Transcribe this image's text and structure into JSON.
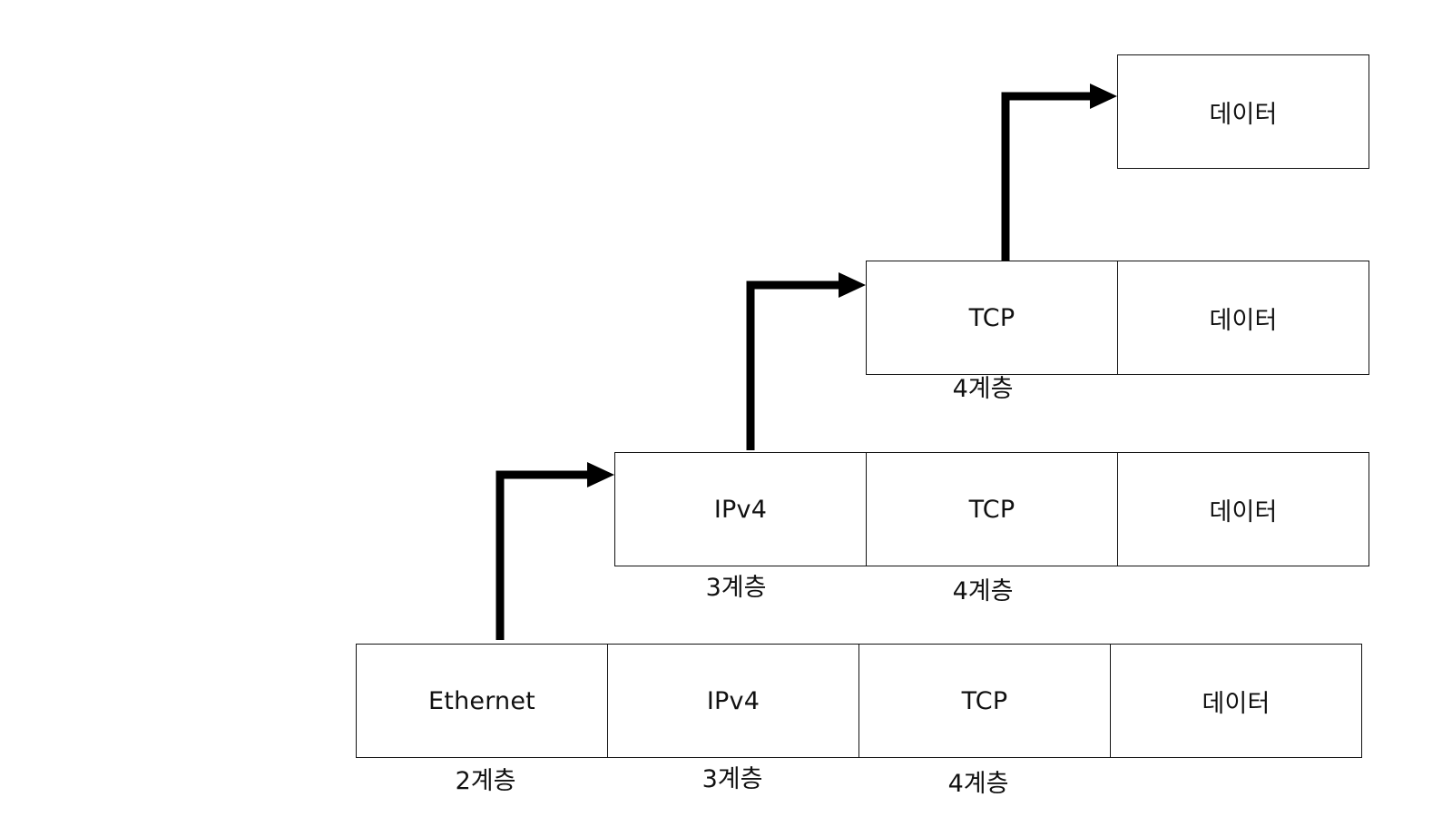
{
  "rows": [
    {
      "cells": [
        {
          "label": "데이터",
          "kind": "data"
        }
      ],
      "layer_labels": []
    },
    {
      "cells": [
        {
          "label": "TCP",
          "kind": "tcp"
        },
        {
          "label": "데이터",
          "kind": "data"
        }
      ],
      "layer_labels": [
        "4계층"
      ]
    },
    {
      "cells": [
        {
          "label": "IPv4",
          "kind": "ipv4"
        },
        {
          "label": "TCP",
          "kind": "tcp"
        },
        {
          "label": "데이터",
          "kind": "data"
        }
      ],
      "layer_labels": [
        "3계층",
        "4계층"
      ]
    },
    {
      "cells": [
        {
          "label": "Ethernet",
          "kind": "ethernet"
        },
        {
          "label": "IPv4",
          "kind": "ipv4"
        },
        {
          "label": "TCP",
          "kind": "tcp"
        },
        {
          "label": "데이터",
          "kind": "data"
        }
      ],
      "layer_labels": [
        "2계층",
        "3계층",
        "4계층"
      ]
    }
  ],
  "arrows": [
    {
      "from": "ethernet",
      "to": "ipv4"
    },
    {
      "from": "ipv4",
      "to": "tcp"
    },
    {
      "from": "tcp",
      "to": "data"
    }
  ]
}
